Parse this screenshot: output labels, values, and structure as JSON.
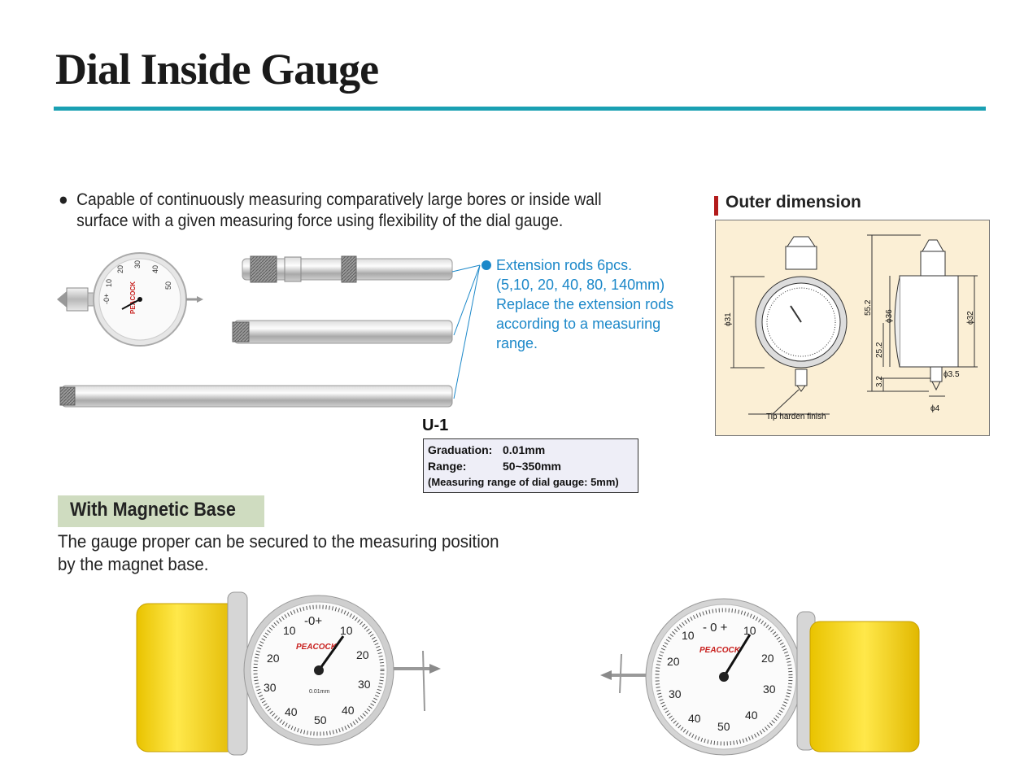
{
  "title": "Dial Inside Gauge",
  "intro": {
    "line1": "Capable of continuously measuring comparatively large bores or inside wall",
    "line2": "surface with a given measuring force using flexibility of the dial gauge."
  },
  "extension_note": {
    "line1": "Extension rods 6pcs.",
    "line2": "(5,10, 20, 40, 80, 140mm)",
    "line3": "Replace the extension rods",
    "line4": "according to a measuring",
    "line5": "range."
  },
  "model": "U-1",
  "specs": {
    "graduation_label": "Graduation:",
    "graduation_value": "0.01mm",
    "range_label": "Range:",
    "range_value": "50~350mm",
    "note": "(Measuring range of dial gauge:  5mm)"
  },
  "outer_dimension": {
    "heading": "Outer dimension",
    "dims": {
      "d31": "ϕ31",
      "d36": "ϕ36",
      "d32": "ϕ32",
      "h55": "55.2",
      "h25": "25.2",
      "h3": "3.2",
      "d35": "ϕ3.5",
      "d4": "ϕ4",
      "tip": "Tip harden finish"
    }
  },
  "magnetic": {
    "heading": "With Magnetic Base",
    "line1": "The gauge proper can be secured to the measuring position",
    "line2": "by the magnet base."
  },
  "dial": {
    "brand": "PEACOCK",
    "unit": "0.01mm",
    "zero_label": "-0+",
    "labels": [
      "10",
      "20",
      "30",
      "40",
      "50"
    ]
  },
  "colors": {
    "accent_rule": "#1aa0b3",
    "note_blue": "#1c88c9",
    "od_bar": "#b31b1b",
    "od_panel": "#fbefd5",
    "mag_header": "#cfdcc0",
    "magnet_yellow": "#f2d21a",
    "brand_red": "#c8201e"
  }
}
